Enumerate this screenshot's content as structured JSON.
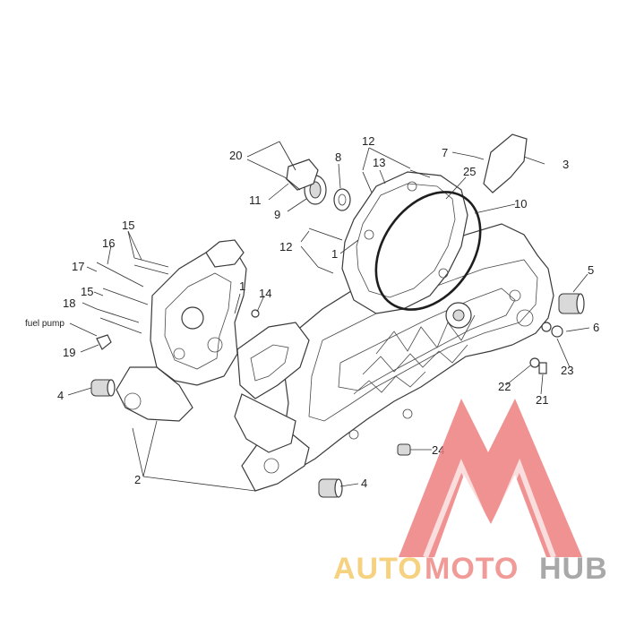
{
  "callouts": {
    "c1a": "1",
    "c1b": "1",
    "c2": "2",
    "c3": "3",
    "c4a": "4",
    "c4b": "4",
    "c5": "5",
    "c6": "6",
    "c7": "7",
    "c8": "8",
    "c9": "9",
    "c10": "10",
    "c11": "11",
    "c12a": "12",
    "c12b": "12",
    "c13": "13",
    "c14": "14",
    "c15a": "15",
    "c15b": "15",
    "c16": "16",
    "c17": "17",
    "c18": "18",
    "c19": "19",
    "c20": "20",
    "c21": "21",
    "c22": "22",
    "c23": "23",
    "c24": "24",
    "c25": "25",
    "fuel_pump": "fuel pump"
  },
  "watermark": {
    "part1": "AUTO",
    "part2": "MOTO",
    "part3": "HUB",
    "colors": {
      "auto": "#f5c96a",
      "moto": "#ef8a87",
      "hub": "#9a9a9a",
      "triangle": "#ef7f7f"
    }
  }
}
